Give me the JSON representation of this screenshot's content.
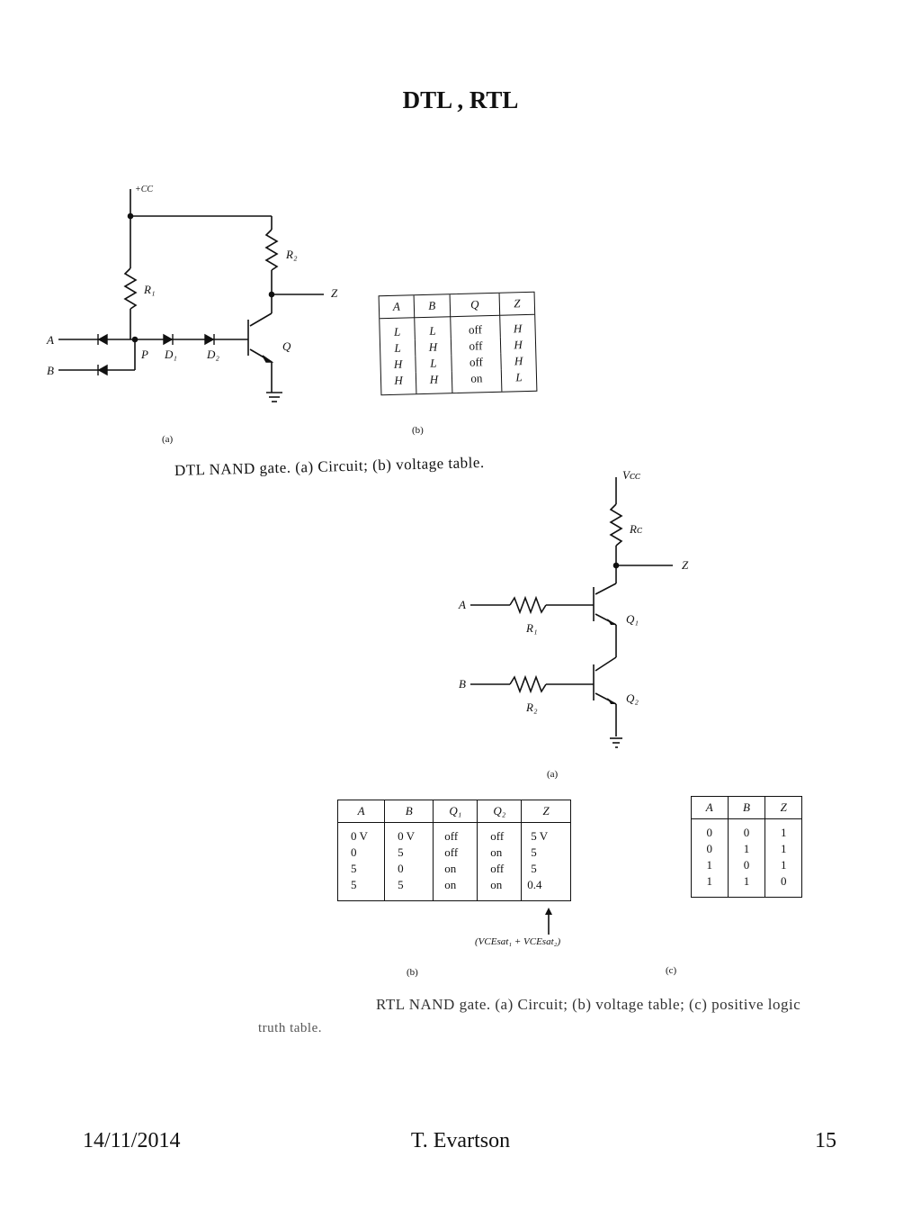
{
  "slide": {
    "title": "DTL , RTL",
    "footer": {
      "date": "14/11/2014",
      "author": "T. Evartson",
      "page": "15"
    }
  },
  "dtl": {
    "labels": {
      "vcc": "+CC",
      "r1": "R₁",
      "r2": "R₂",
      "z": "Z",
      "a": "A",
      "b": "B",
      "p": "P",
      "d1": "D₁",
      "d2": "D₂",
      "q": "Q"
    },
    "circuit_sublabel": "(a)",
    "table_sublabel": "(b)",
    "caption": "DTL NAND gate. (a) Circuit; (b) voltage table.",
    "table": {
      "headers": [
        "A",
        "B",
        "Q",
        "Z"
      ],
      "rows": [
        [
          "L",
          "L",
          "off",
          "H"
        ],
        [
          "L",
          "H",
          "off",
          "H"
        ],
        [
          "H",
          "L",
          "off",
          "H"
        ],
        [
          "H",
          "H",
          "on",
          "L"
        ]
      ]
    }
  },
  "rtl": {
    "labels": {
      "vcc": "Vᴄᴄ",
      "rc": "Rᴄ",
      "z": "Z",
      "a": "A",
      "b": "B",
      "r1": "R₁",
      "r2": "R₂",
      "q1": "Q₁",
      "q2": "Q₂"
    },
    "circuit_sublabel": "(a)",
    "voltage_table_sublabel": "(b)",
    "truth_table_sublabel": "(c)",
    "annotation": "(VCEsat₁ + VCEsat₂)",
    "caption_line1": "RTL NAND gate. (a) Circuit; (b) voltage table; (c) positive logic",
    "caption_line2": "truth table.",
    "voltage_table": {
      "headers": [
        "A",
        "B",
        "Q₁",
        "Q₂",
        "Z"
      ],
      "rows": [
        [
          "0 V",
          "0 V",
          "off",
          "off",
          "5 V"
        ],
        [
          "0",
          "5",
          "off",
          "on",
          "5"
        ],
        [
          "5",
          "0",
          "on",
          "off",
          "5"
        ],
        [
          "5",
          "5",
          "on",
          "on",
          "0.4"
        ]
      ]
    },
    "truth_table": {
      "headers": [
        "A",
        "B",
        "Z"
      ],
      "rows": [
        [
          "0",
          "0",
          "1"
        ],
        [
          "0",
          "1",
          "1"
        ],
        [
          "1",
          "0",
          "1"
        ],
        [
          "1",
          "1",
          "0"
        ]
      ]
    }
  }
}
